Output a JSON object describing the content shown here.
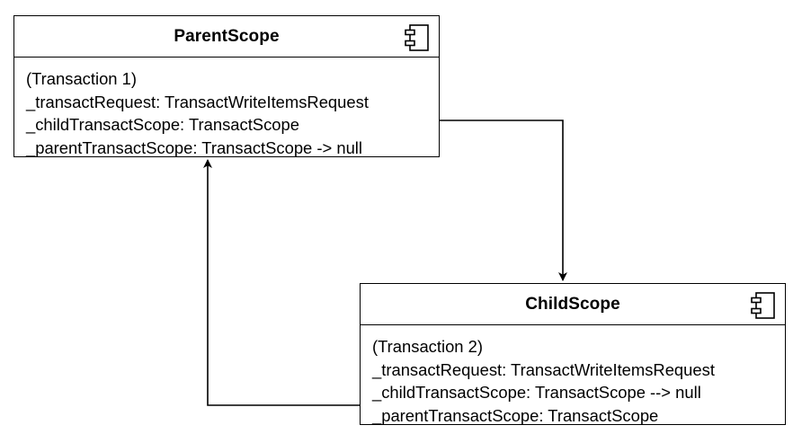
{
  "diagram": {
    "parent_scope": {
      "title": "ParentScope",
      "icon": "uml-component-icon",
      "attributes": [
        "(Transaction 1)",
        "_transactRequest: TransactWriteItemsRequest",
        "_childTransactScope: TransactScope",
        "_parentTransactScope: TransactScope -> null"
      ]
    },
    "child_scope": {
      "title": "ChildScope",
      "icon": "uml-component-icon",
      "attributes": [
        "(Transaction 2)",
        "_transactRequest: TransactWriteItemsRequest",
        "_childTransactScope: TransactScope --> null",
        "_parentTransactScope: TransactScope"
      ]
    },
    "connections": [
      {
        "from": "ParentScope",
        "to": "ChildScope"
      },
      {
        "from": "ChildScope",
        "to": "ParentScope"
      }
    ]
  }
}
